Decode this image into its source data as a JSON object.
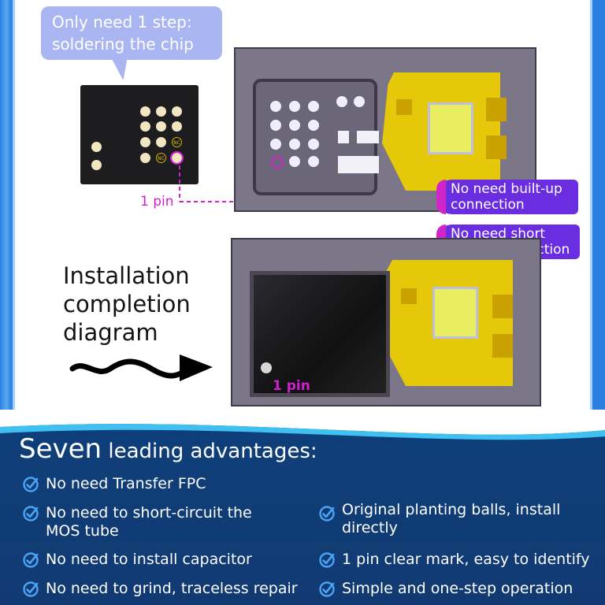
{
  "bubble": {
    "line1": "Only need 1 step:",
    "line2": "soldering the chip"
  },
  "chip": {
    "nc_label": "NC"
  },
  "pin_label_top": "1 pin",
  "pin_label_bottom": "1 pin",
  "tags": [
    "No need built-up connection",
    "No need short circuit connection"
  ],
  "tag_lines": {
    "t1a": "No need built-up",
    "t1b": "connection",
    "t2a": "No need short",
    "t2b": "circuit connection"
  },
  "caption": {
    "line1": "Installation",
    "line2": "completion",
    "line3": "diagram"
  },
  "advantages": {
    "heading_big": "Seven",
    "heading_rest": " leading advantages:",
    "items": [
      "No need Transfer FPC",
      "No need to short-circuit the MOS tube",
      "No need to install capacitor",
      "No need to grind, traceless repair",
      "Original planting balls, install directly",
      "1 pin clear mark, easy to identify",
      "Simple and one-step operation"
    ],
    "item_lines": {
      "i2a": "No need to short-circuit the",
      "i2b": "MOS tube",
      "i5a": "Original planting balls, install",
      "i5b": "directly"
    }
  },
  "colors": {
    "accent_magenta": "#d020d0",
    "tag_purple": "#6a2de0",
    "check_blue": "#4aa3f5",
    "bottom_navy": "#0e3f7a"
  },
  "icons": [
    "check-icon",
    "arrow-icon"
  ]
}
